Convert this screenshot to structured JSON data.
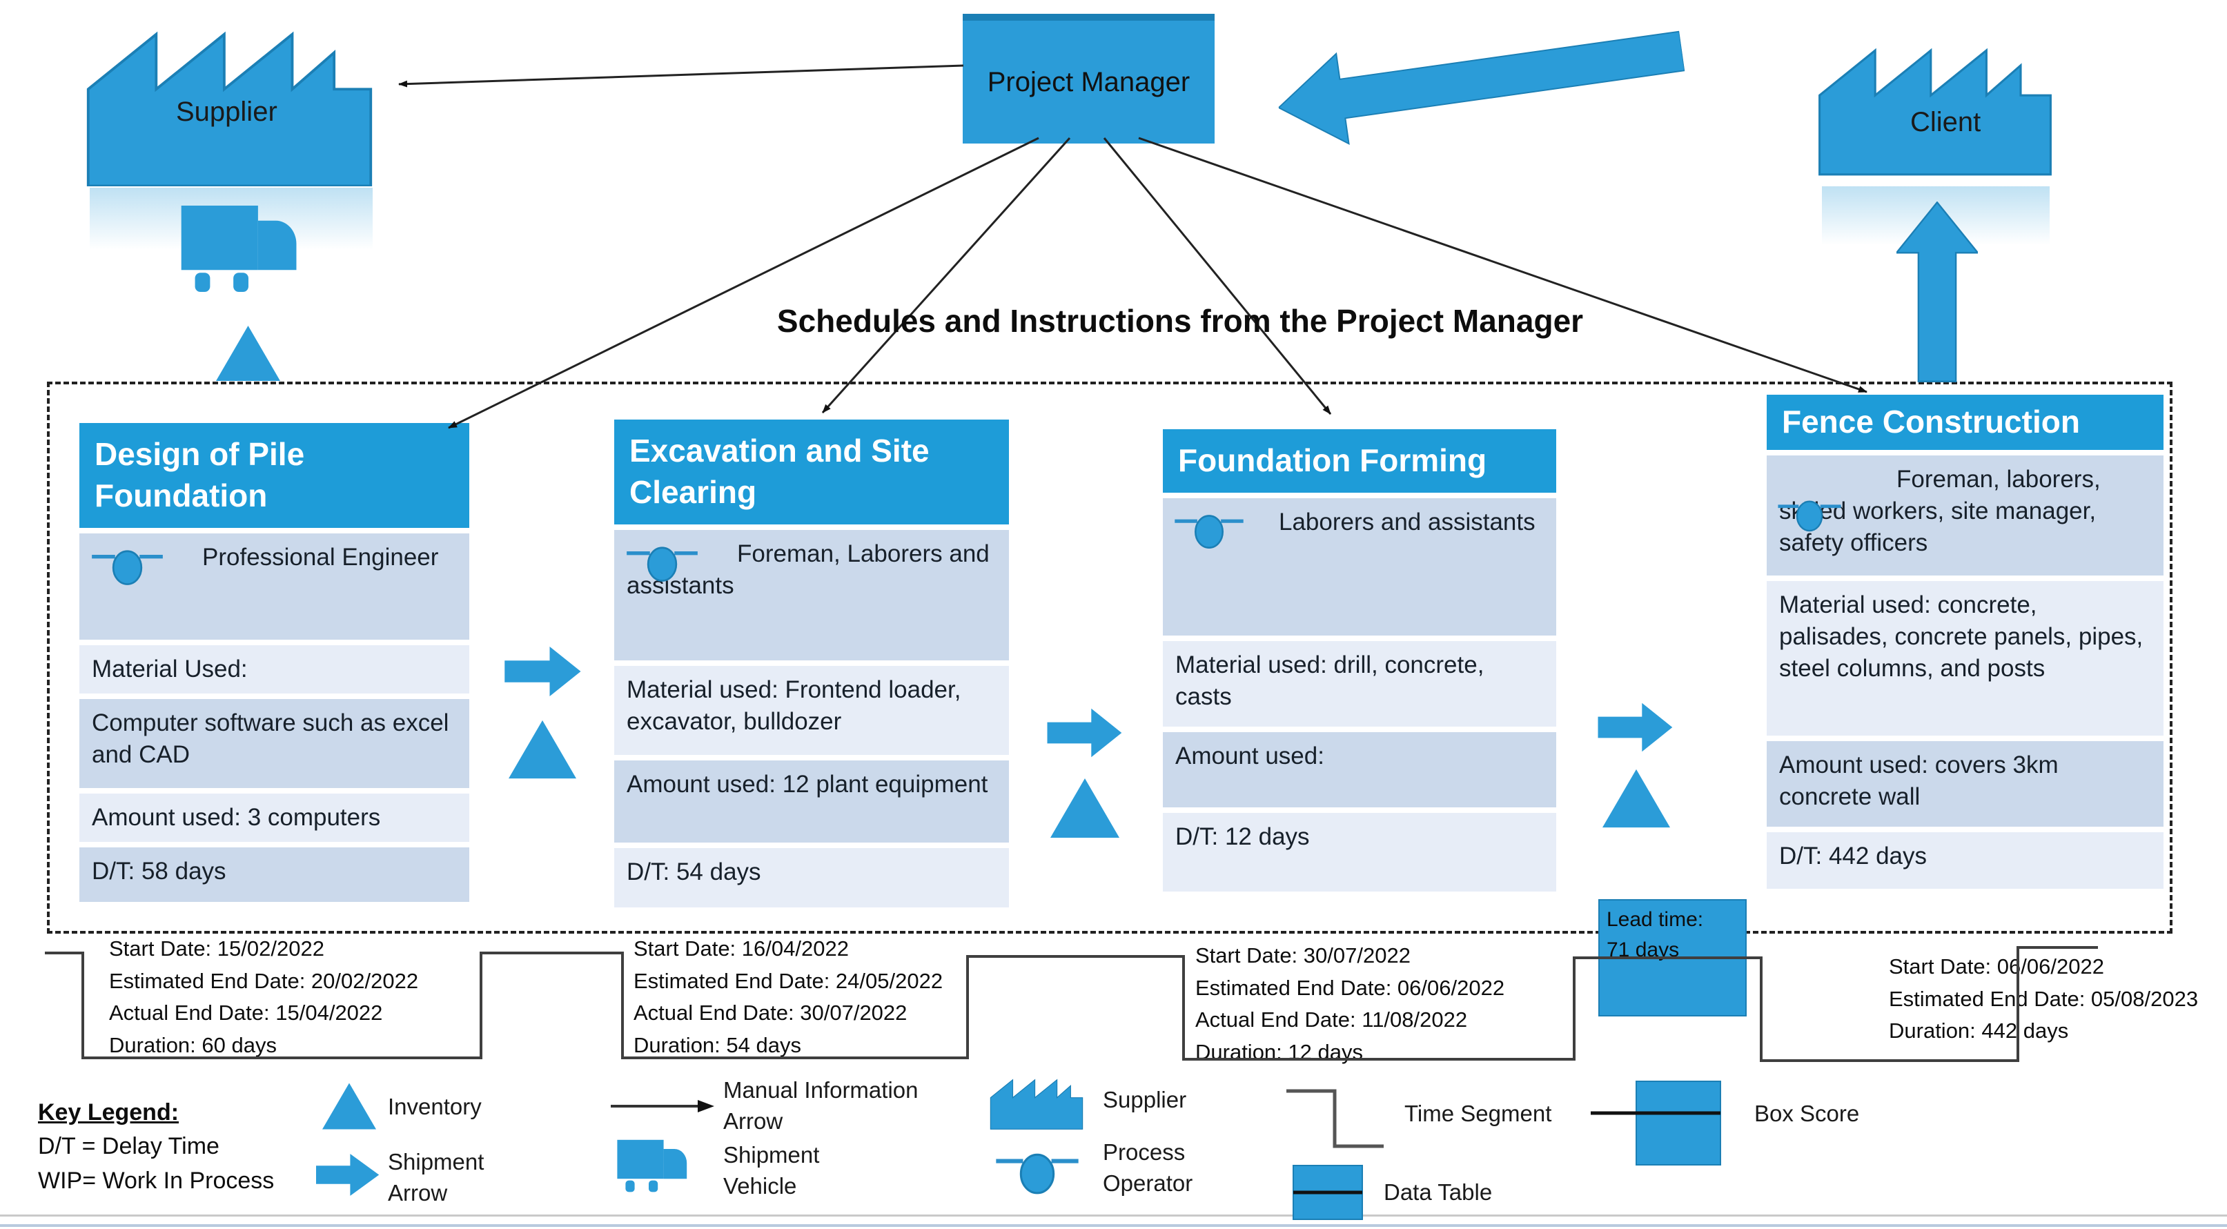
{
  "colors": {
    "accent": "#2b9cd8",
    "header_blue": "#1e9cd8",
    "row_dark": "#cbd9eb",
    "row_light": "#e7edf7"
  },
  "entities": {
    "supplier": "Supplier",
    "project_manager": "Project Manager",
    "client": "Client"
  },
  "headline": "Schedules and Instructions from the Project Manager",
  "processes": [
    {
      "title": "Design of Pile Foundation",
      "operator": "Professional Engineer",
      "rows": [
        "Material Used:",
        "Computer software such as excel and CAD",
        "Amount used: 3 computers",
        "D/T: 58 days"
      ]
    },
    {
      "title": "Excavation and Site Clearing",
      "operator": "Foreman, Laborers and assistants",
      "rows": [
        "Material used: Frontend loader, excavator, bulldozer",
        "Amount used: 12 plant equipment",
        "D/T: 54 days"
      ]
    },
    {
      "title": "Foundation Forming",
      "operator": "Laborers and assistants",
      "rows": [
        "Material used: drill, concrete, casts",
        "Amount used:",
        "D/T: 12 days"
      ]
    },
    {
      "title": "Fence Construction",
      "operator": "Foreman, laborers, skilled workers, site manager, safety officers",
      "rows": [
        "Material used: concrete, palisades, concrete panels, pipes, steel columns, and posts",
        "Amount used: covers 3km concrete wall",
        "D/T: 442 days"
      ]
    }
  ],
  "lead_time": {
    "line1": "Lead time:",
    "line2": "71 days"
  },
  "timeline": [
    {
      "lines": [
        "Start Date: 15/02/2022",
        "Estimated End Date: 20/02/2022",
        "Actual End Date: 15/04/2022",
        "Duration: 60 days"
      ]
    },
    {
      "lines": [
        "Start Date: 16/04/2022",
        "Estimated End Date: 24/05/2022",
        "Actual End Date: 30/07/2022",
        "Duration: 54 days"
      ]
    },
    {
      "lines": [
        "Start Date: 30/07/2022",
        "Estimated End Date: 06/06/2022",
        "Actual End Date: 11/08/2022",
        "Duration: 12 days"
      ]
    },
    {
      "lines": [
        "Start Date: 06/06/2022",
        "Estimated End Date: 05/08/2023",
        "Duration: 442 days"
      ]
    }
  ],
  "legend": {
    "key_title": "Key Legend:",
    "key_lines": [
      "D/T = Delay Time",
      "WIP= Work In Process"
    ],
    "inventory": "Inventory",
    "shipment_arrow": "Shipment Arrow",
    "manual_info_arrow": "Manual Information Arrow",
    "shipment_vehicle": "Shipment Vehicle",
    "supplier": "Supplier",
    "process_operator": "Process Operator",
    "time_segment": "Time Segment",
    "data_table": "Data Table",
    "box_score": "Box Score"
  },
  "icons": {
    "factory": "factory-icon",
    "truck": "truck-icon",
    "inventory": "inventory-triangle-icon",
    "shipment": "shipment-arrow-icon",
    "operator": "process-operator-icon",
    "up_arrow": "shipment-up-arrow-icon",
    "big_left_arrow": "big-left-arrow-icon",
    "manual_arrow": "manual-information-arrow-icon",
    "time_segment": "time-segment-icon",
    "data_table": "data-table-icon",
    "box_score": "box-score-icon"
  }
}
